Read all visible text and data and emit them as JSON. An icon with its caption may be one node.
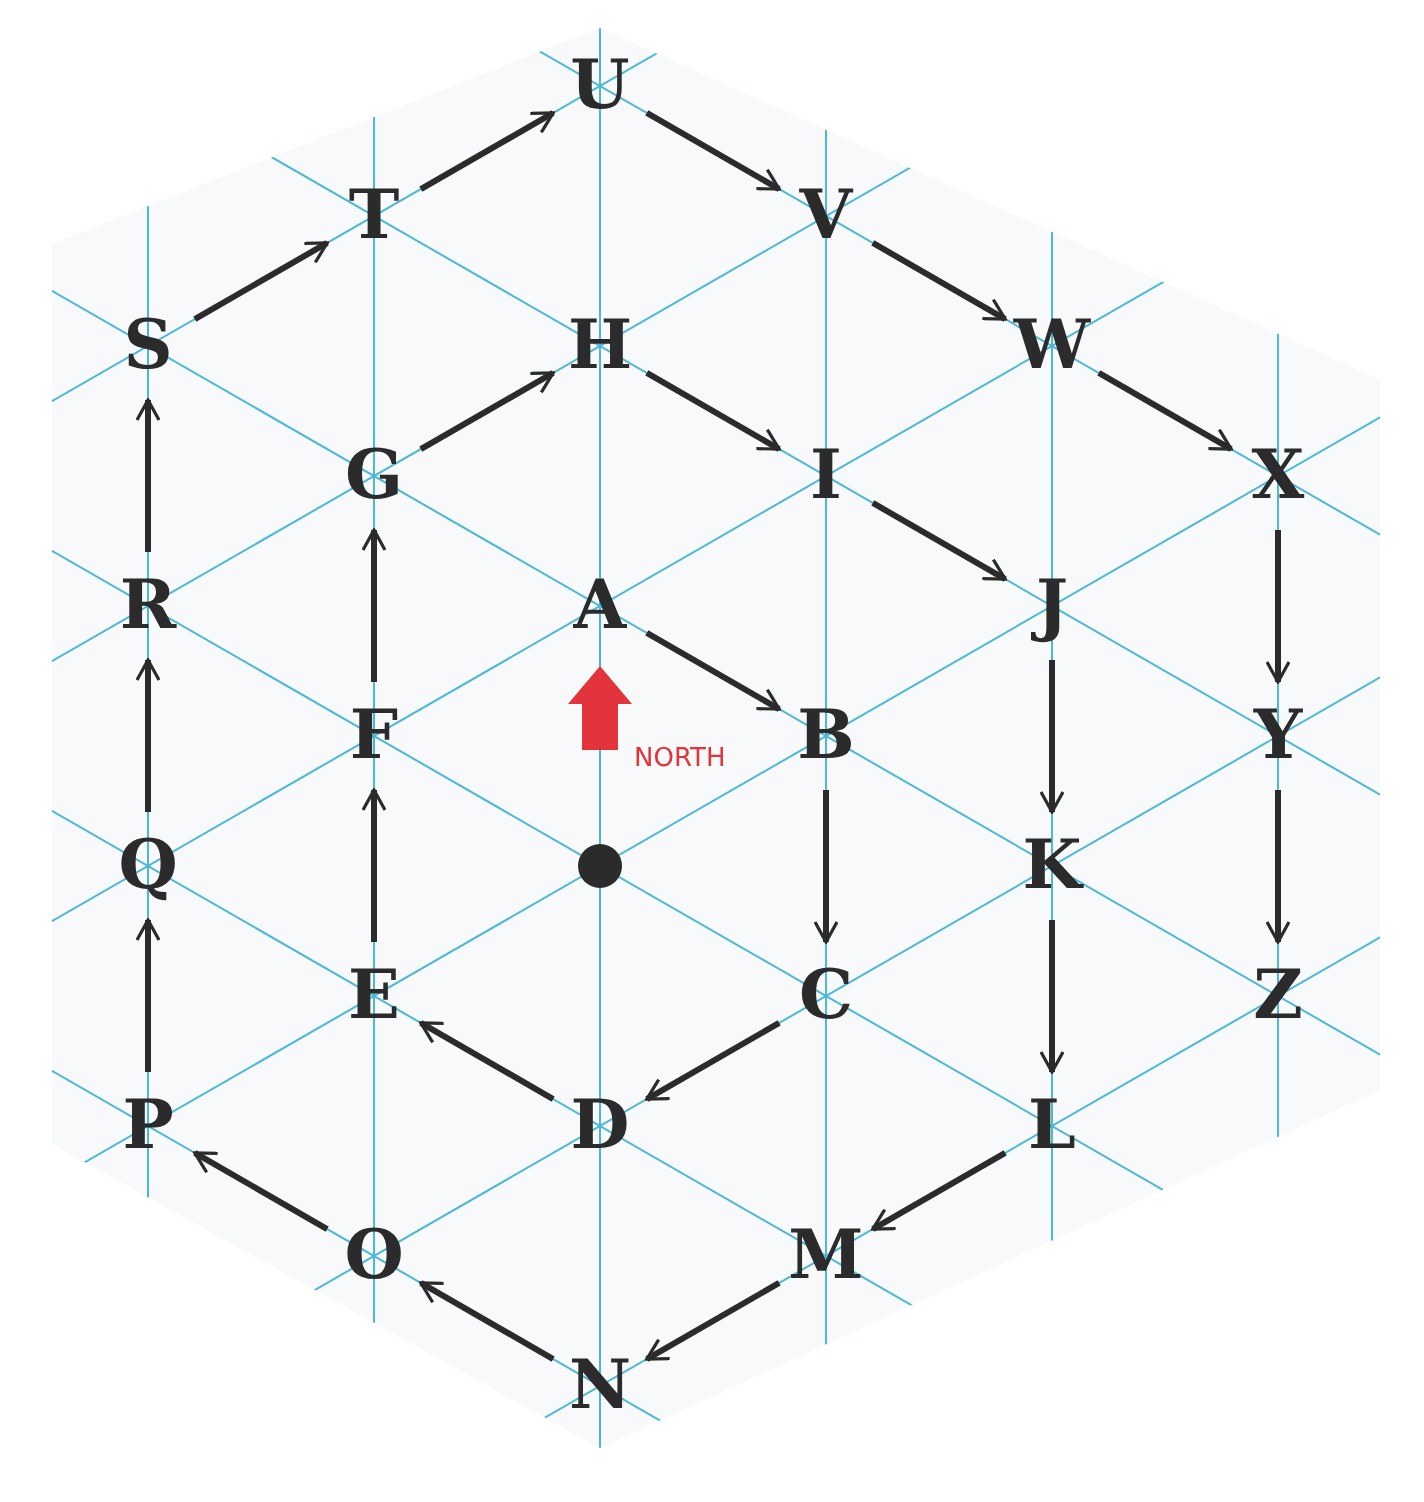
{
  "diagram": {
    "nodes": [
      {
        "text": [
          "A"
        ]
      },
      {
        "text": [
          "B"
        ]
      },
      {
        "text": [
          "C"
        ]
      },
      {
        "text": [
          "D"
        ]
      },
      {
        "text": [
          "E"
        ]
      },
      {
        "text": [
          "F"
        ]
      },
      {
        "text": [
          "G"
        ]
      },
      {
        "text": [
          "H"
        ]
      },
      {
        "text": [
          "I"
        ]
      },
      {
        "text": [
          "J"
        ]
      },
      {
        "text": [
          "K"
        ]
      },
      {
        "text": [
          "L"
        ]
      },
      {
        "text": [
          "M"
        ]
      },
      {
        "text": [
          "N"
        ]
      },
      {
        "text": [
          "O"
        ]
      },
      {
        "text": [
          "P"
        ]
      },
      {
        "text": [
          "Q"
        ]
      },
      {
        "text": [
          "R"
        ]
      },
      {
        "text": [
          "S"
        ]
      },
      {
        "text": [
          "T"
        ]
      },
      {
        "text": [
          "U"
        ]
      },
      {
        "text": [
          "V"
        ]
      },
      {
        "text": [
          "W"
        ]
      },
      {
        "text": [
          "X"
        ]
      },
      {
        "text": [
          "Y"
        ]
      },
      {
        "text": [
          "Z"
        ]
      }
    ],
    "edges": [
      {
        "from": 0,
        "to": 1,
        "arrow": "to"
      },
      {
        "from": 1,
        "to": 2,
        "arrow": "to"
      },
      {
        "from": 2,
        "to": 3,
        "arrow": "to"
      },
      {
        "from": 3,
        "to": 4,
        "arrow": "to"
      },
      {
        "from": 4,
        "to": 5,
        "arrow": "to"
      },
      {
        "from": 5,
        "to": 6,
        "arrow": "to"
      },
      {
        "from": 6,
        "to": 7,
        "arrow": "to"
      },
      {
        "from": 7,
        "to": 8,
        "arrow": "to"
      },
      {
        "from": 8,
        "to": 9,
        "arrow": "to"
      },
      {
        "from": 9,
        "to": 10,
        "arrow": "to"
      },
      {
        "from": 10,
        "to": 11,
        "arrow": "to"
      },
      {
        "from": 11,
        "to": 12,
        "arrow": "to"
      },
      {
        "from": 12,
        "to": 13,
        "arrow": "to"
      },
      {
        "from": 13,
        "to": 14,
        "arrow": "to"
      },
      {
        "from": 14,
        "to": 15,
        "arrow": "to"
      },
      {
        "from": 15,
        "to": 16,
        "arrow": "to"
      },
      {
        "from": 16,
        "to": 17,
        "arrow": "to"
      },
      {
        "from": 17,
        "to": 18,
        "arrow": "to"
      },
      {
        "from": 18,
        "to": 19,
        "arrow": "to"
      },
      {
        "from": 19,
        "to": 20,
        "arrow": "to"
      },
      {
        "from": 20,
        "to": 21,
        "arrow": "to"
      },
      {
        "from": 21,
        "to": 22,
        "arrow": "to"
      },
      {
        "from": 22,
        "to": 23,
        "arrow": "to"
      },
      {
        "from": 23,
        "to": 24,
        "arrow": "to"
      },
      {
        "from": 24,
        "to": 25,
        "arrow": "to"
      }
    ],
    "labels": [
      "NORTH"
    ]
  }
}
